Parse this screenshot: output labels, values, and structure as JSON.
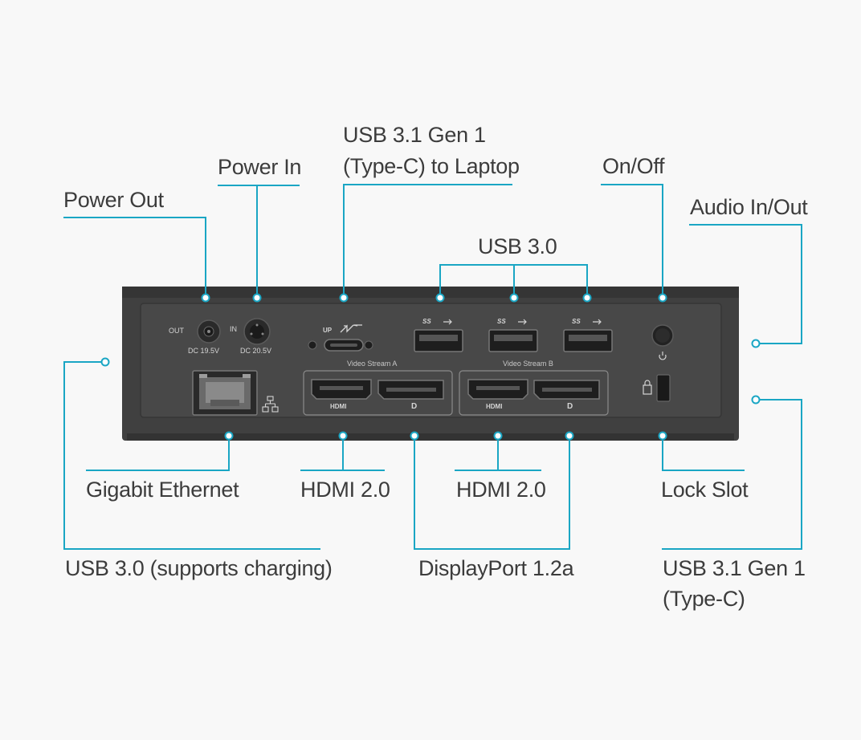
{
  "callouts": {
    "power_out": "Power Out",
    "power_in": "Power In",
    "usb31_laptop_line1": "USB 3.1 Gen 1",
    "usb31_laptop_line2": "(Type-C) to Laptop",
    "on_off": "On/Off",
    "audio": "Audio In/Out",
    "usb30_top": "USB 3.0",
    "gigabit": "Gigabit Ethernet",
    "hdmi_a": "HDMI 2.0",
    "hdmi_b": "HDMI 2.0",
    "lock": "Lock Slot",
    "usb30_charging": "USB 3.0 (supports charging)",
    "displayport": "DisplayPort 1.2a",
    "usb31_c_line1": "USB 3.1 Gen 1",
    "usb31_c_line2": "(Type-C)"
  },
  "device": {
    "out": "OUT",
    "in": "IN",
    "dc_out": "DC 19.5V",
    "dc_in": "DC 20.5V",
    "up": "UP",
    "ss1": "SS",
    "ss2": "SS",
    "ss3": "SS",
    "video_a": "Video Stream A",
    "video_b": "Video Stream B",
    "hdmi_a": "HDMI",
    "hdmi_b": "HDMI",
    "dp_a": "D",
    "dp_b": "D"
  },
  "colors": {
    "accent": "#1aa6c4",
    "device_body": "#3f3f3f",
    "device_panel": "#4a4a4a",
    "label_text": "#3c3c3c",
    "background": "#f8f8f8"
  }
}
